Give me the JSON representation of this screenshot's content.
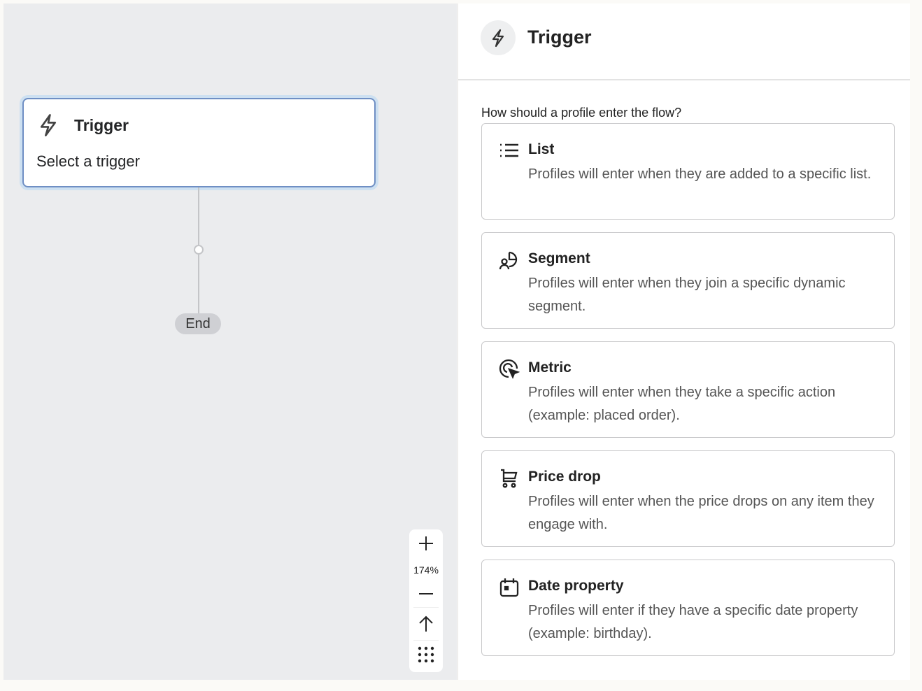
{
  "canvas": {
    "node": {
      "title": "Trigger",
      "subtitle": "Select a trigger"
    },
    "end_label": "End",
    "zoom": {
      "level": "174%"
    }
  },
  "panel": {
    "title": "Trigger",
    "question": "How should a profile enter the flow?",
    "options": [
      {
        "icon": "list-icon",
        "title": "List",
        "description": "Profiles will enter when they are added to a specific list."
      },
      {
        "icon": "segment-icon",
        "title": "Segment",
        "description": "Profiles will enter when they join a specific dynamic segment."
      },
      {
        "icon": "metric-icon",
        "title": "Metric",
        "description": "Profiles will enter when they take a specific action (example: placed order)."
      },
      {
        "icon": "cart-icon",
        "title": "Price drop",
        "description": "Profiles will enter when the price drops on any item they engage with."
      },
      {
        "icon": "calendar-icon",
        "title": "Date property",
        "description": "Profiles will enter if they have a specific date property (example: birthday)."
      }
    ]
  }
}
